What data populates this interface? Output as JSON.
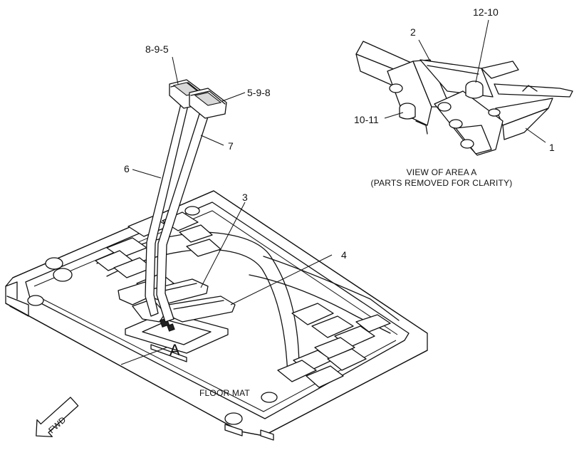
{
  "callouts": {
    "top_grip_left": "8-9-5",
    "top_grip_right": "5-9-8",
    "lever_right": "7",
    "lever_left": "6",
    "part_3": "3",
    "part_4": "4",
    "view_top": "12-10",
    "view_2": "2",
    "view_left": "10-11",
    "view_1": "1"
  },
  "area_marker": "A",
  "floor_mat_label": "FLOOR MAT",
  "fwd_label": "FWD",
  "view_caption": {
    "line1": "VIEW OF AREA A",
    "line2": "(PARTS REMOVED FOR CLARITY)"
  }
}
